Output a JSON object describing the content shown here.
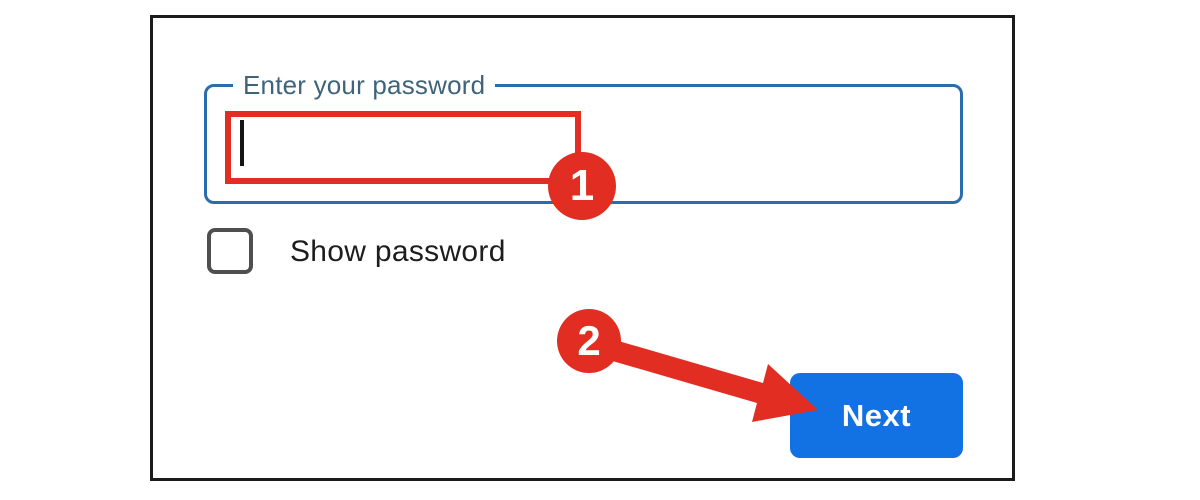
{
  "form": {
    "password_field": {
      "label": "Enter your password",
      "value": ""
    },
    "show_password": {
      "label": "Show password",
      "checked": false
    },
    "next_button": {
      "label": "Next"
    }
  },
  "annotations": {
    "step1": {
      "number": "1",
      "target": "password input"
    },
    "step2": {
      "number": "2",
      "target": "Next button"
    }
  },
  "colors": {
    "annotation_red": "#e22d23",
    "button_blue": "#1372e3",
    "field_border_blue": "#2b6cad",
    "field_label_blue_gray": "#3f6479",
    "frame_border_black": "#1b1b1b"
  }
}
